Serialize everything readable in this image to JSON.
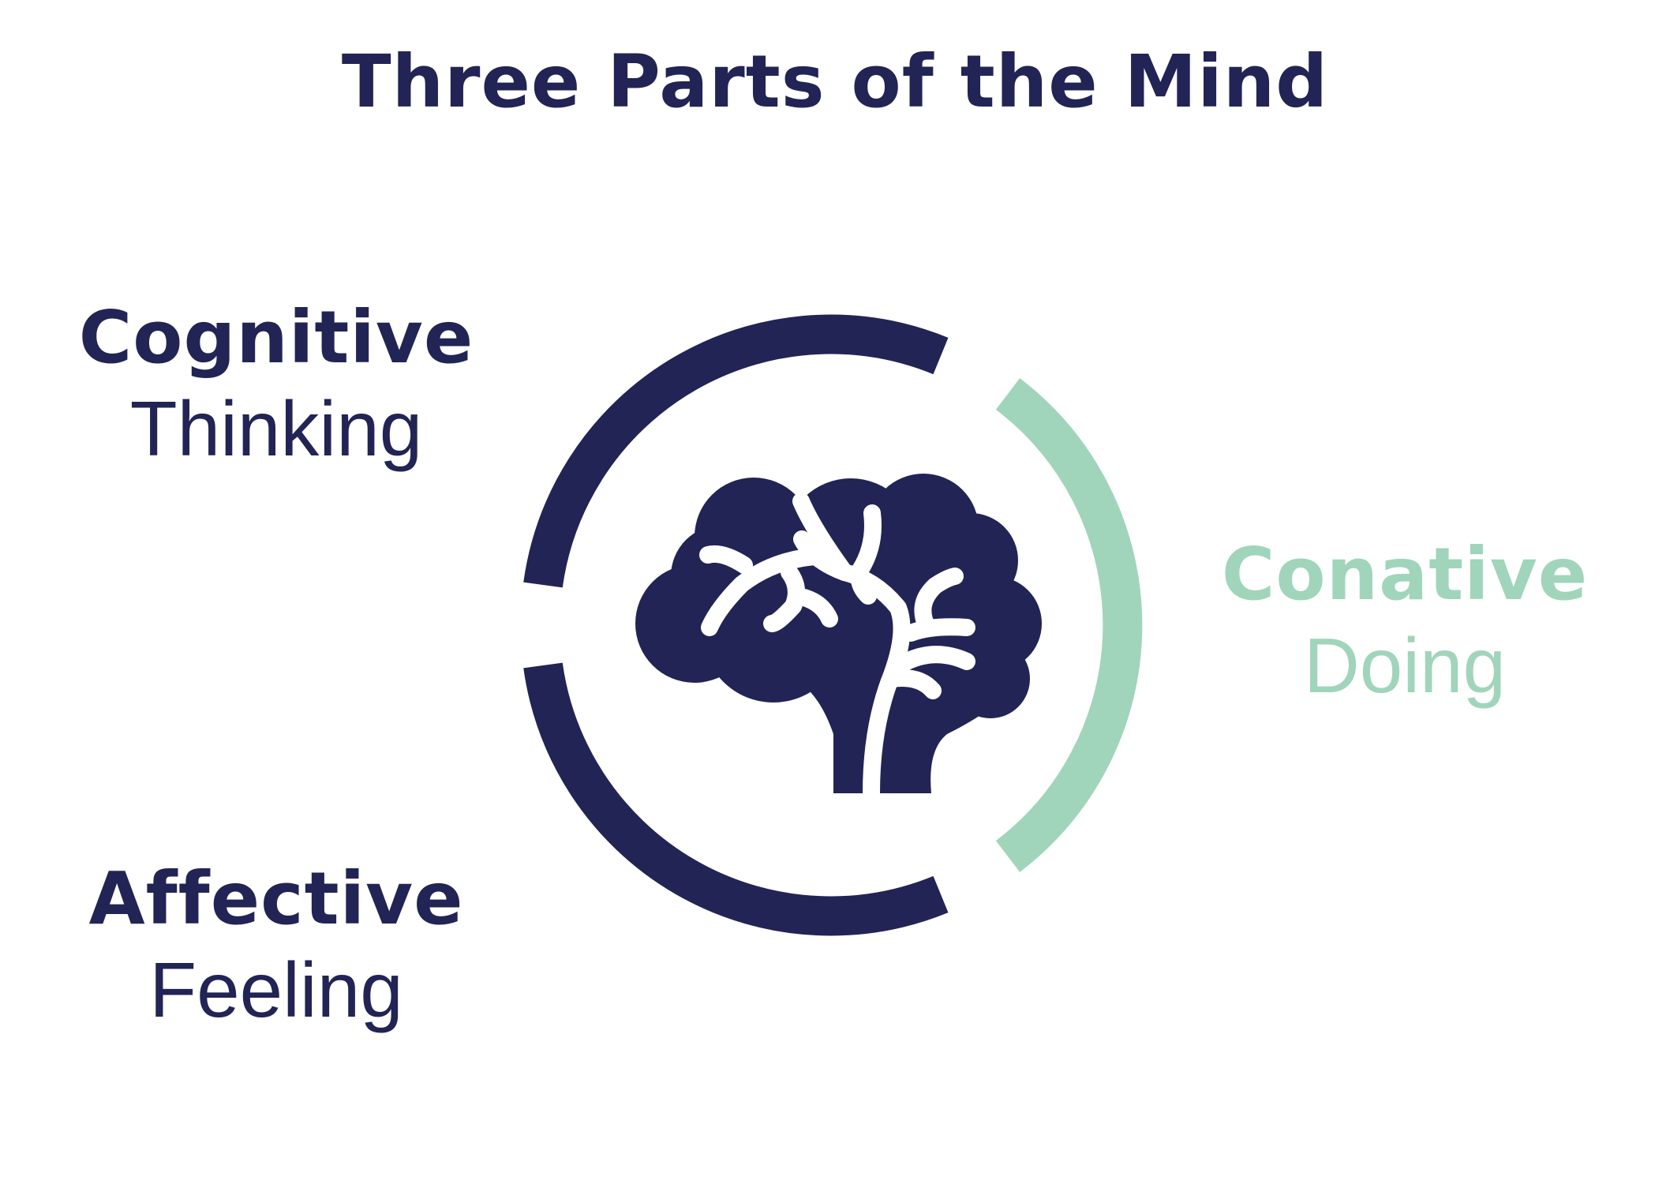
{
  "title": "Three Parts of the Mind",
  "colors": {
    "primary": "#222455",
    "accent": "#a0d5bb",
    "background": "#ffffff"
  },
  "labels": {
    "cognitive": {
      "heading": "Cognitive",
      "sub": "Thinking"
    },
    "affective": {
      "heading": "Affective",
      "sub": "Feeling"
    },
    "conative": {
      "heading": "Conative",
      "sub": "Doing"
    }
  },
  "icons": {
    "center": "brain-icon"
  }
}
